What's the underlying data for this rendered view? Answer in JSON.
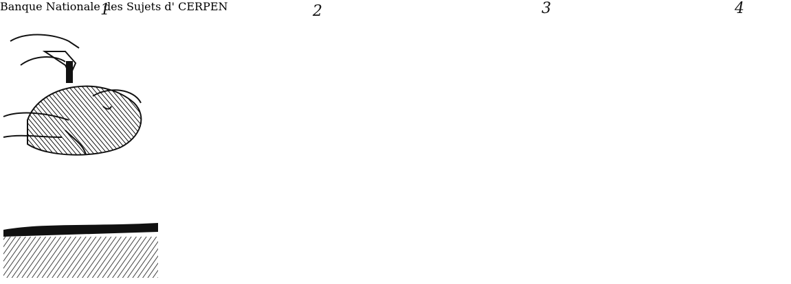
{
  "panels": [
    {
      "number": "1"
    },
    {
      "number": "2"
    },
    {
      "number": "3"
    },
    {
      "number": "4"
    }
  ],
  "watermark": {
    "text_line_1": "Banque Nationale des Sujets d'",
    "text_line_2": "CERPEN"
  },
  "colors": {
    "ink": "#111111",
    "background": "#ffffff",
    "watermark_outline": "#bdbdbd"
  }
}
